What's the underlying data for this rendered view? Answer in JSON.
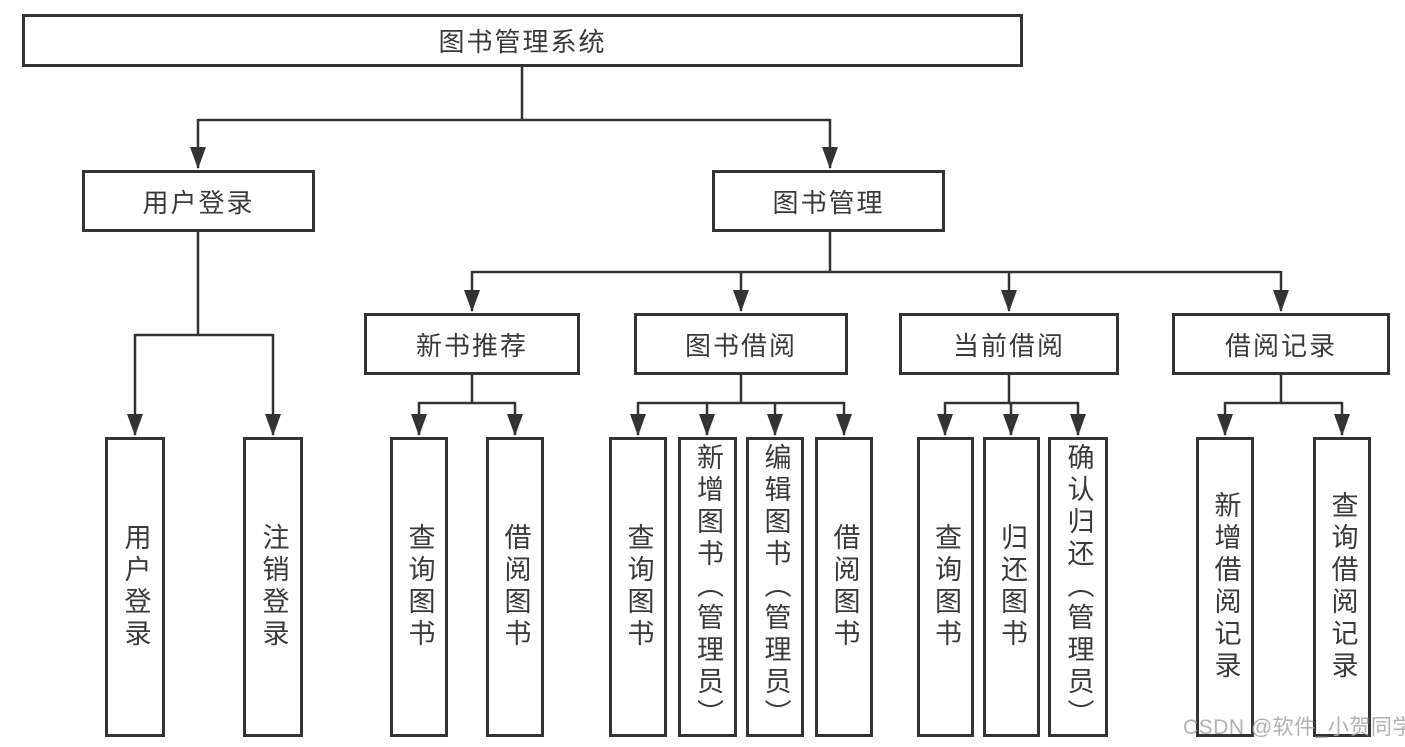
{
  "diagram_title": "图书管理系统",
  "nodes": {
    "root": "图书管理系统",
    "level2": [
      "用户登录",
      "图书管理"
    ],
    "level3": [
      "新书推荐",
      "图书借阅",
      "当前借阅",
      "借阅记录"
    ],
    "leaves_user_login": [
      "用户登录",
      "注销登录"
    ],
    "leaves_new_book": [
      "查询图书",
      "借阅图书"
    ],
    "leaves_book_borrow": [
      "查询图书",
      "新增图书（管理员）",
      "编辑图书（管理员）",
      "借阅图书"
    ],
    "leaves_current_borrow": [
      "查询图书",
      "归还图书",
      "确认归还（管理员）"
    ],
    "leaves_borrow_record": [
      "新增借阅记录",
      "查询借阅记录"
    ]
  },
  "watermark": "CSDN @软件_小贺同学",
  "colors": {
    "line": "#333333",
    "box_border": "#333333",
    "text": "#3a3a3a",
    "watermark": "#a8a8a8",
    "background": "#ffffff"
  }
}
